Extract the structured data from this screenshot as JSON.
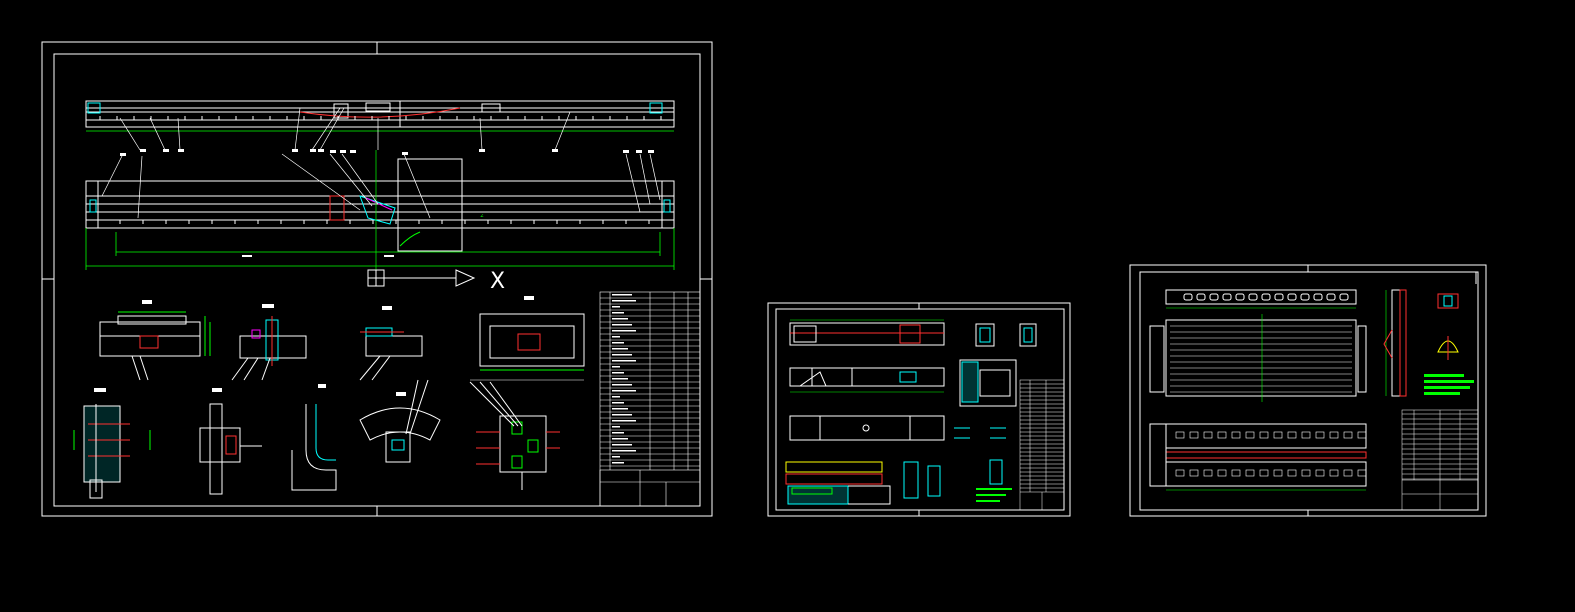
{
  "app": {
    "view": "CAD model space",
    "background_color": "#000000",
    "line_color": "#ffffff",
    "accent_colors": {
      "dimension": "#00ff00",
      "centerline": "#ff3030",
      "hidden": "#ff00ff",
      "section": "#00ffff",
      "highlight": "#ffff00"
    }
  },
  "ucs": {
    "icon": "ucs-icon",
    "axis_label": "X"
  },
  "sheets": [
    {
      "id": "sheet-1",
      "content": "main-assembly-drawing"
    },
    {
      "id": "sheet-2",
      "content": "part-drawing"
    },
    {
      "id": "sheet-3",
      "content": "plate-drawing"
    }
  ]
}
